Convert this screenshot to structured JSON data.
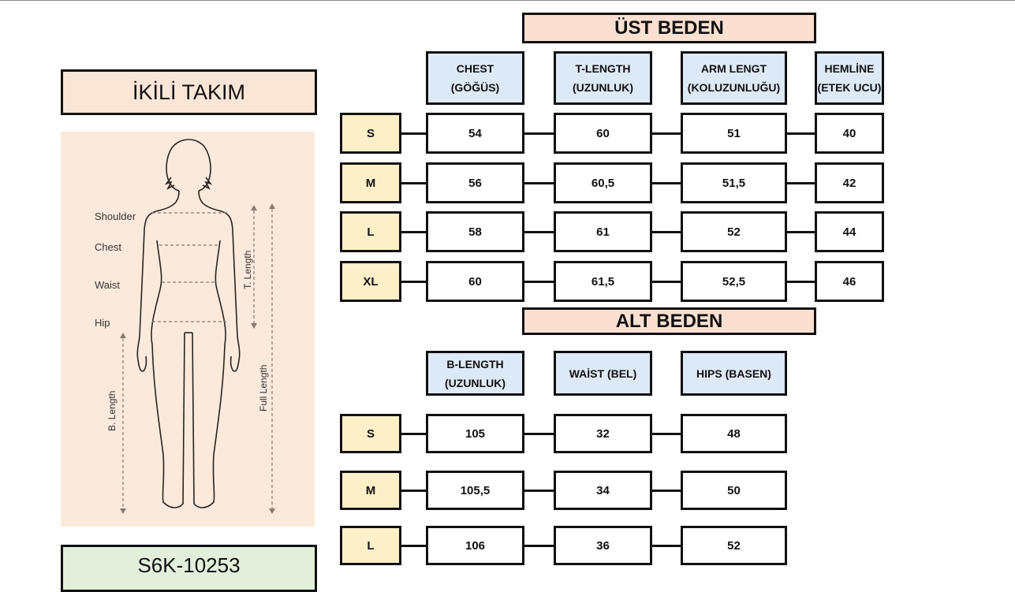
{
  "title": "İKİLİ TAKIM",
  "product_code": "S6K-10253",
  "figure": {
    "labels": {
      "shoulder": "Shoulder",
      "chest": "Chest",
      "waist": "Waist",
      "hip": "Hip",
      "t_length": "T. Length",
      "b_length": "B. Length",
      "full_length": "Full Length"
    }
  },
  "upper": {
    "section_title": "ÜST BEDEN",
    "headers": [
      {
        "line1": "CHEST",
        "line2": "(GÖĞÜS)"
      },
      {
        "line1": "T-LENGTH",
        "line2": "(UZUNLUK)"
      },
      {
        "line1": "ARM LENGT",
        "line2": "(KOLUZUNLUĞU)"
      },
      {
        "line1": "HEMLİNE",
        "line2": "(ETEK UCU)"
      }
    ],
    "rows": [
      {
        "size": "S",
        "values": [
          "54",
          "60",
          "51",
          "40"
        ]
      },
      {
        "size": "M",
        "values": [
          "56",
          "60,5",
          "51,5",
          "42"
        ]
      },
      {
        "size": "L",
        "values": [
          "58",
          "61",
          "52",
          "44"
        ]
      },
      {
        "size": "XL",
        "values": [
          "60",
          "61,5",
          "52,5",
          "46"
        ]
      }
    ]
  },
  "lower": {
    "section_title": "ALT BEDEN",
    "headers": [
      {
        "line1": "B-LENGTH",
        "line2": "(UZUNLUK)"
      },
      {
        "line1": "WAİST   (BEL)",
        "line2": ""
      },
      {
        "line1": "HIPS (BASEN)",
        "line2": ""
      }
    ],
    "rows": [
      {
        "size": "S",
        "values": [
          "105",
          "32",
          "48"
        ]
      },
      {
        "size": "M",
        "values": [
          "105,5",
          "34",
          "50"
        ]
      },
      {
        "size": "L",
        "values": [
          "106",
          "36",
          "52"
        ]
      }
    ]
  }
}
